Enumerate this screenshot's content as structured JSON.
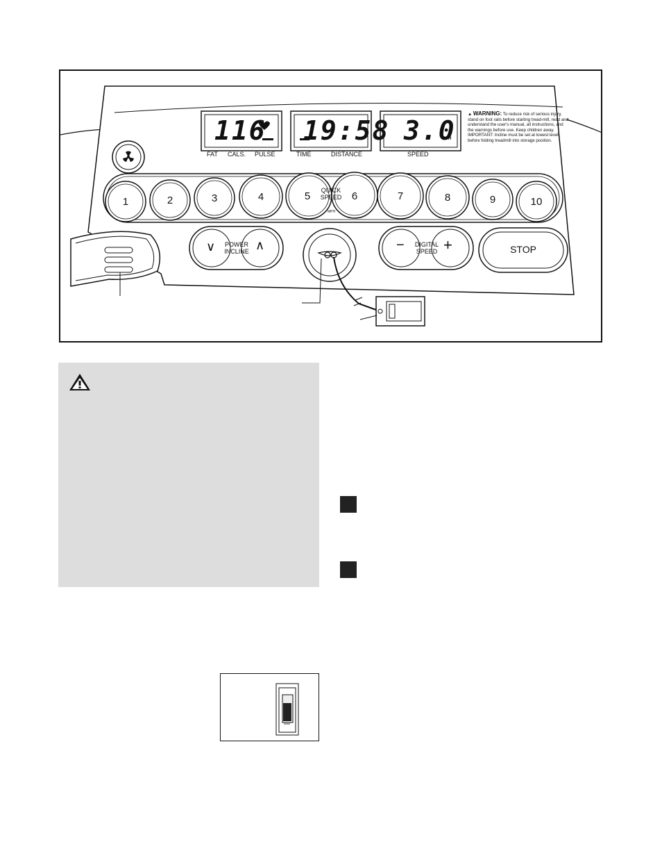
{
  "console": {
    "displays": {
      "left": {
        "value": "116",
        "labels": [
          "FAT",
          "CALS.",
          "PULSE"
        ]
      },
      "middle": {
        "value": "19:58",
        "labels": [
          "TIME",
          "DISTANCE"
        ]
      },
      "right": {
        "value": "3.0",
        "unit": "MPH",
        "labels": [
          "SPEED"
        ]
      }
    },
    "warning_label": {
      "heading": "WARNING:",
      "text": "To reduce risk of serious injury, stand on foot rails before starting tread-mill, read and understand the user's manual, all instructions, and the warnings before use. Keep children away. IMPORTANT: Incline must be set at lowest level before folding treadmill into storage position."
    },
    "quick_speed_buttons": [
      "1",
      "2",
      "3",
      "4",
      "5",
      "6",
      "7",
      "8",
      "9",
      "10"
    ],
    "quick_speed_label": "QUICK SPEED",
    "quick_speed_unit": "MPH",
    "incline": {
      "label": "POWER INCLINE",
      "down": "∨",
      "up": "∧"
    },
    "speed": {
      "label": "DIGITAL SPEED",
      "minus": "−",
      "plus": "+"
    },
    "stop_label": "STOP",
    "fan_icon": "fan-icon",
    "key_icon": "safety-key-icon"
  },
  "caution_icon": "warning-triangle-icon"
}
